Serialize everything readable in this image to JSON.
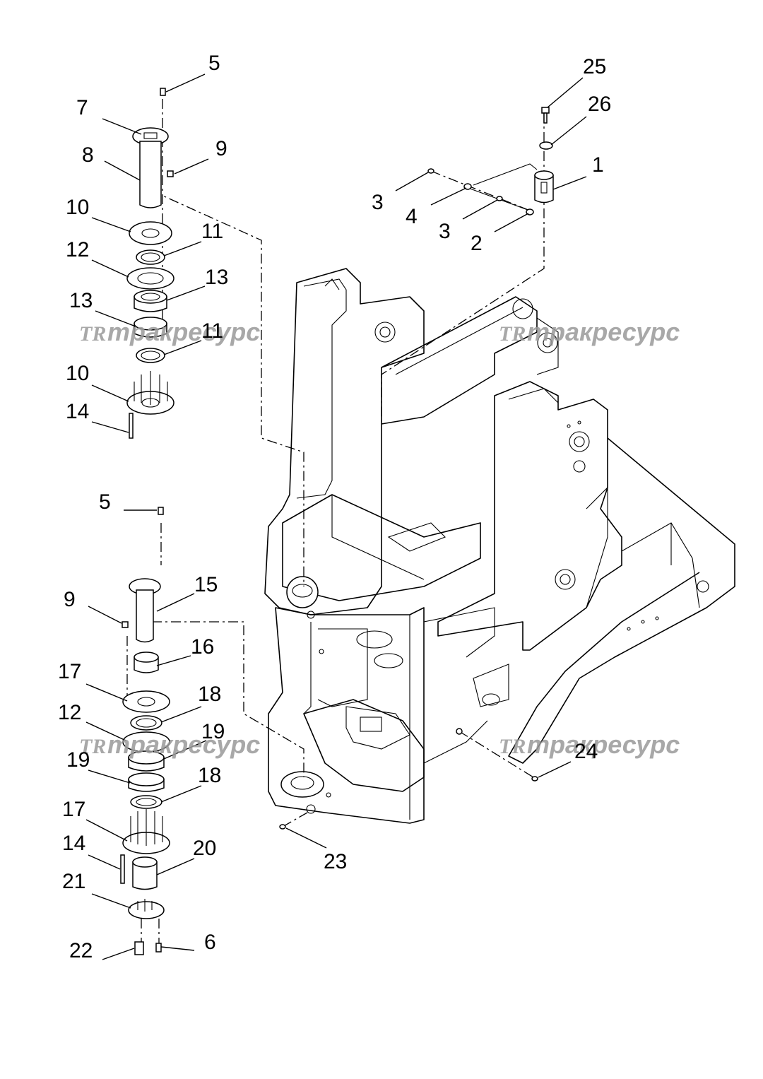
{
  "watermark": {
    "logo": "TR",
    "text": "тракресурс"
  },
  "callouts": [
    {
      "id": "c5a",
      "label": "5"
    },
    {
      "id": "c7",
      "label": "7"
    },
    {
      "id": "c8",
      "label": "8"
    },
    {
      "id": "c9a",
      "label": "9"
    },
    {
      "id": "c10a",
      "label": "10"
    },
    {
      "id": "c11a",
      "label": "11"
    },
    {
      "id": "c12a",
      "label": "12"
    },
    {
      "id": "c13a",
      "label": "13"
    },
    {
      "id": "c13b",
      "label": "13"
    },
    {
      "id": "c11b",
      "label": "11"
    },
    {
      "id": "c10b",
      "label": "10"
    },
    {
      "id": "c14a",
      "label": "14"
    },
    {
      "id": "c25",
      "label": "25"
    },
    {
      "id": "c26",
      "label": "26"
    },
    {
      "id": "c1",
      "label": "1"
    },
    {
      "id": "c3a",
      "label": "3"
    },
    {
      "id": "c4",
      "label": "4"
    },
    {
      "id": "c3b",
      "label": "3"
    },
    {
      "id": "c2",
      "label": "2"
    },
    {
      "id": "c5b",
      "label": "5"
    },
    {
      "id": "c15",
      "label": "15"
    },
    {
      "id": "c9b",
      "label": "9"
    },
    {
      "id": "c16",
      "label": "16"
    },
    {
      "id": "c17a",
      "label": "17"
    },
    {
      "id": "c18a",
      "label": "18"
    },
    {
      "id": "c12b",
      "label": "12"
    },
    {
      "id": "c19a",
      "label": "19"
    },
    {
      "id": "c19b",
      "label": "19"
    },
    {
      "id": "c18b",
      "label": "18"
    },
    {
      "id": "c17b",
      "label": "17"
    },
    {
      "id": "c14b",
      "label": "14"
    },
    {
      "id": "c20",
      "label": "20"
    },
    {
      "id": "c21",
      "label": "21"
    },
    {
      "id": "c22",
      "label": "22"
    },
    {
      "id": "c6",
      "label": "6"
    },
    {
      "id": "c23",
      "label": "23"
    },
    {
      "id": "c24",
      "label": "24"
    }
  ]
}
